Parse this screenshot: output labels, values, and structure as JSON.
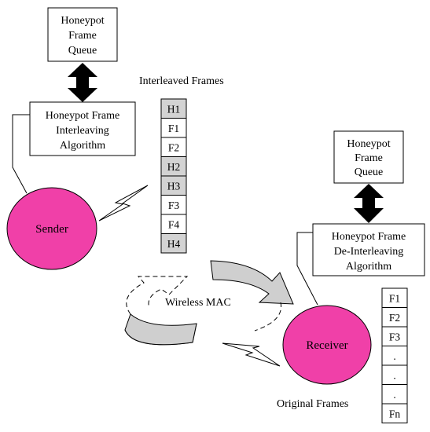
{
  "sender_side": {
    "queue_lines": [
      "Honeypot",
      "Frame",
      "Queue"
    ],
    "algorithm_lines": [
      "Honeypot Frame",
      "Interleaving",
      "Algorithm"
    ],
    "node_label": "Sender"
  },
  "receiver_side": {
    "queue_lines": [
      "Honeypot",
      "Frame",
      "Queue"
    ],
    "algorithm_lines": [
      "Honeypot Frame",
      "De-Interleaving",
      "Algorithm"
    ],
    "node_label": "Receiver"
  },
  "interleaved": {
    "caption": "Interleaved Frames",
    "frames": [
      {
        "label": "H1",
        "honeypot": true
      },
      {
        "label": "F1",
        "honeypot": false
      },
      {
        "label": "F2",
        "honeypot": false
      },
      {
        "label": "H2",
        "honeypot": true
      },
      {
        "label": "H3",
        "honeypot": true
      },
      {
        "label": "F3",
        "honeypot": false
      },
      {
        "label": "F4",
        "honeypot": false
      },
      {
        "label": "H4",
        "honeypot": true
      }
    ]
  },
  "original": {
    "caption": "Original Frames",
    "frames": [
      "F1",
      "F2",
      "F3",
      ".",
      ".",
      ".",
      "Fn"
    ]
  },
  "channel_label": "Wireless MAC",
  "colors": {
    "node_fill": "#f040a8",
    "honeypot_cell": "#d3d3d3",
    "arrow_band": "#cfcfcf",
    "stroke": "#000000"
  }
}
